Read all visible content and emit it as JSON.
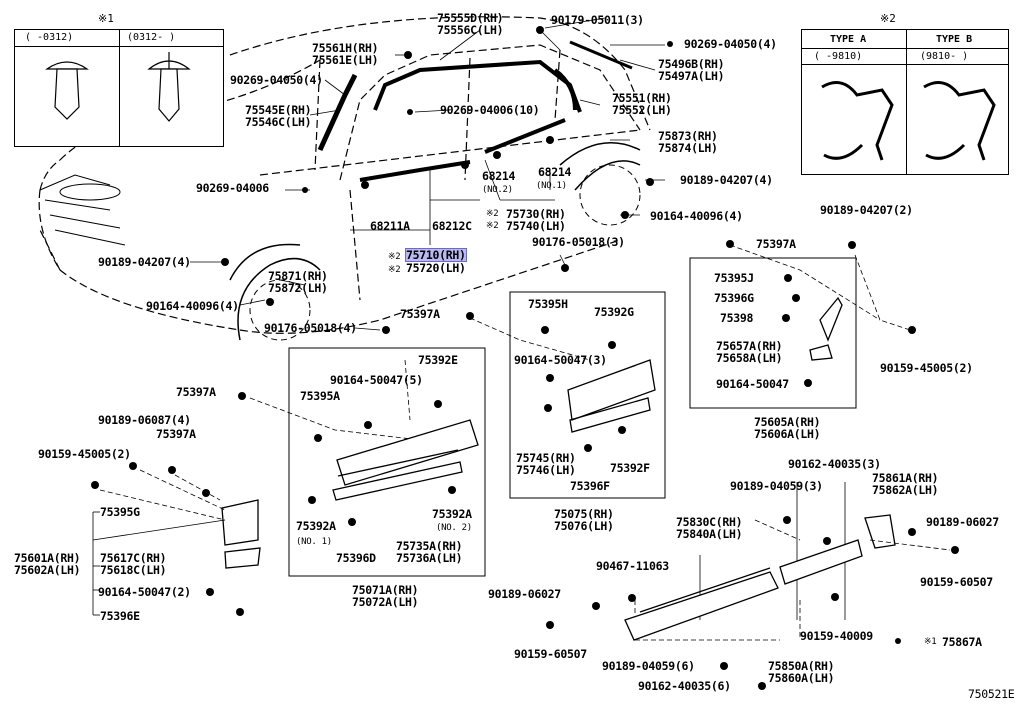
{
  "diagram": {
    "id": "750521E",
    "note_mark_1": "※1",
    "note_mark_2": "※2",
    "inset1": {
      "col1": "(   -0312)",
      "col2": "(0312-    )"
    },
    "inset2": {
      "type_a": "TYPE A",
      "type_b": "TYPE B",
      "type_a_range": "(   -9810)",
      "type_b_range": "(9810-   )"
    },
    "labels": {
      "p75555D": "75555D(RH)",
      "p75556C": "75556C(LH)",
      "p90179": "90179-05011(3)",
      "p75561H": "75561H(RH)",
      "p75561E": "75561E(LH)",
      "p90269a": "90269-04050(4)",
      "p90269b": "90269-04050(4)",
      "p75496B": "75496B(RH)",
      "p75497A": "75497A(LH)",
      "p75545E": "75545E(RH)",
      "p75546C": "75546C(LH)",
      "p90269c": "90269-04006(10)",
      "p75551": "75551(RH)",
      "p75552": "75552(LH)",
      "p75873": "75873(RH)",
      "p75874": "75874(LH)",
      "p90269d": "90269-04006",
      "p68214a": "68214",
      "p68214a_note": "(NO.2)",
      "p68214b": "68214",
      "p68214b_note": "(NO.1)",
      "p90189a": "90189-04207(4)",
      "p90189b": "90189-04207(4)",
      "p90189c": "90189-04207(2)",
      "p68211A": "68211A",
      "p68212C": "68212C",
      "p75730": "75730(RH)",
      "p75740": "75740(LH)",
      "p90164a": "90164-40096(4)",
      "p90164b": "90164-40096(4)",
      "p75710": "75710(RH)",
      "p75720": "75720(LH)",
      "p90176a": "90176-05018(3)",
      "p90176b": "90176-05018(4)",
      "p75871": "75871(RH)",
      "p75872": "75872(LH)",
      "p75397A_a": "75397A",
      "p75397A_b": "75397A",
      "p75397A_c": "75397A",
      "p75397A_d": "75397A",
      "p75395J": "75395J",
      "p75396G": "75396G",
      "p75398": "75398",
      "p75395H": "75395H",
      "p75392G": "75392G",
      "p75657A": "75657A(RH)",
      "p75658A": "75658A(LH)",
      "p90159a": "90159-45005(2)",
      "p90159b": "90159-45005(2)",
      "p90164c": "90164-50047(3)",
      "p90164d": "90164-50047(5)",
      "p90164e": "90164-50047",
      "p90164f": "90164-50047(2)",
      "p75392E": "75392E",
      "p75605A": "75605A(RH)",
      "p75606A": "75606A(LH)",
      "p75395A": "75395A",
      "p90189d": "90189-06087(4)",
      "p75745": "75745(RH)",
      "p75746": "75746(LH)",
      "p75392F": "75392F",
      "p75396F": "75396F",
      "p90162a": "90162-40035(3)",
      "p90162b": "90162-40035(6)",
      "p75861A": "75861A(RH)",
      "p75862A": "75862A(LH)",
      "p90189e": "90189-04059(3)",
      "p90189f": "90189-04059(6)",
      "p75075": "75075(RH)",
      "p75076": "75076(LH)",
      "p75395G": "75395G",
      "p75392A_a": "75392A",
      "p75392A_a_note": "(NO. 1)",
      "p75392A_b": "75392A",
      "p75392A_b_note": "(NO. 2)",
      "p75396D": "75396D",
      "p75735A": "75735A(RH)",
      "p75736A": "75736A(LH)",
      "p75830C": "75830C(RH)",
      "p75840A": "75840A(LH)",
      "p90189g": "90189-06027",
      "p90189h": "90189-06027",
      "p75601A": "75601A(RH)",
      "p75602A": "75602A(LH)",
      "p75617C": "75617C(RH)",
      "p75618C": "75618C(LH)",
      "p90467": "90467-11063",
      "p90159c": "90159-60507",
      "p90159d": "90159-60507",
      "p90159e": "90159-40009",
      "p75396E": "75396E",
      "p75071A": "75071A(RH)",
      "p75072A": "75072A(LH)",
      "p75867A": "75867A",
      "p75850A": "75850A(RH)",
      "p75860A": "75860A(LH)"
    }
  }
}
